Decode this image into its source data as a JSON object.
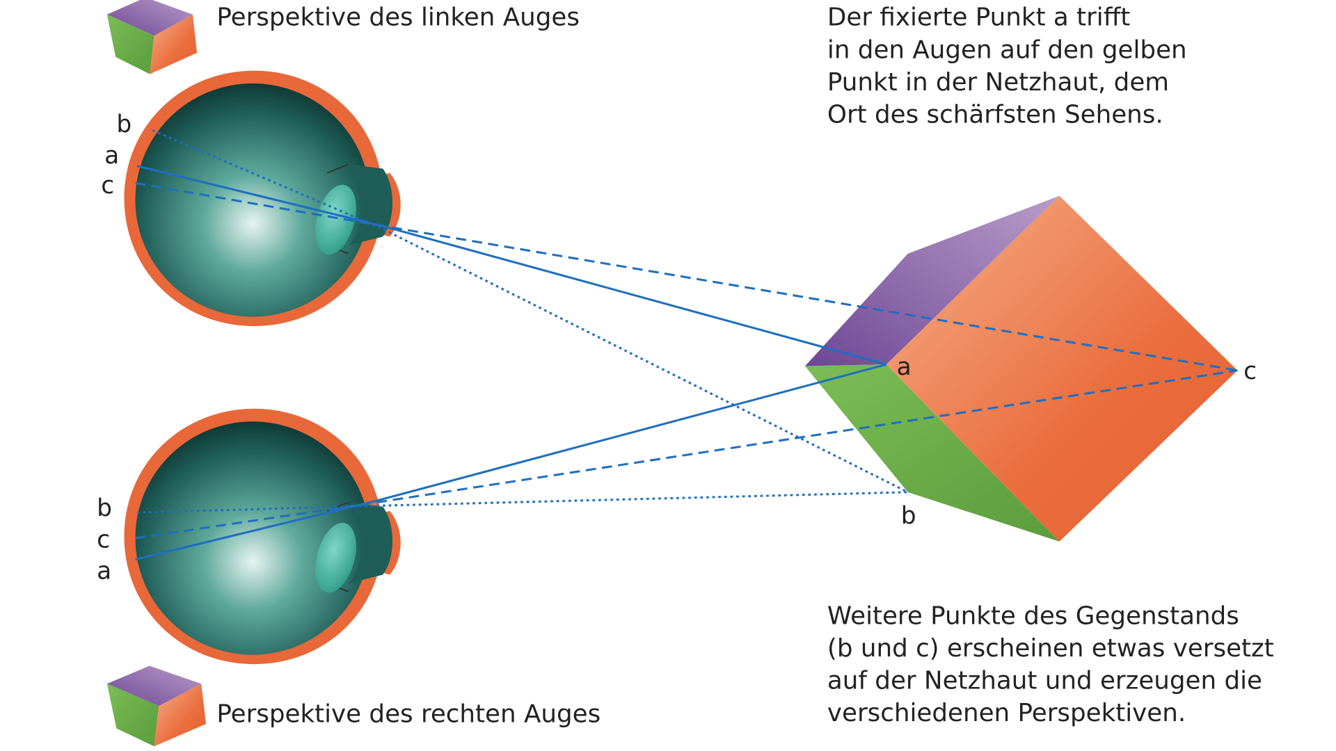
{
  "captions": {
    "left_eye": "Perspektive des linken Auges",
    "right_eye": "Perspektive des rechten Auges"
  },
  "top_note": [
    "Der fixierte Punkt a trifft",
    "in den Augen auf den gelben",
    "Punkt in der Netzhaut, dem",
    "Ort des schärfsten Sehens."
  ],
  "bottom_note": [
    "Weitere Punkte des Gegenstands",
    "(b und c) erscheinen etwas versetzt",
    "auf der Netzhaut und erzeugen die",
    "verschiedenen Perspektiven."
  ],
  "points": {
    "a": "a",
    "b": "b",
    "c": "c"
  },
  "colors": {
    "line": "#1f6fc0",
    "orange": "#e8683a",
    "purple": "#7b55a0",
    "green": "#6aaa45",
    "teal": "#2f8a80"
  }
}
